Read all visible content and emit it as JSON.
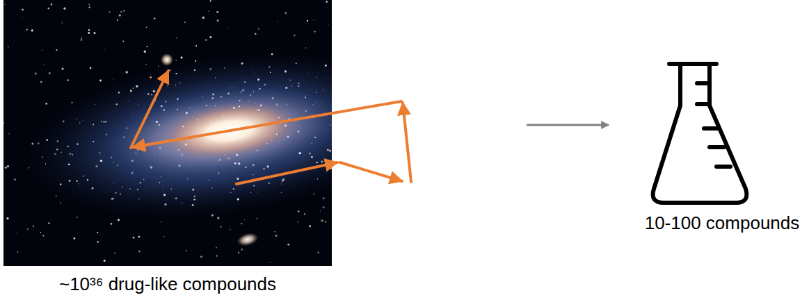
{
  "diagram": {
    "nodes": [
      {
        "text": [
          "~10³⁶ drug-like compounds"
        ]
      },
      {
        "text": [
          "10-100 compounds"
        ]
      }
    ],
    "edges": [
      {
        "from": 0,
        "to": 1,
        "arrow": "to"
      }
    ]
  }
}
